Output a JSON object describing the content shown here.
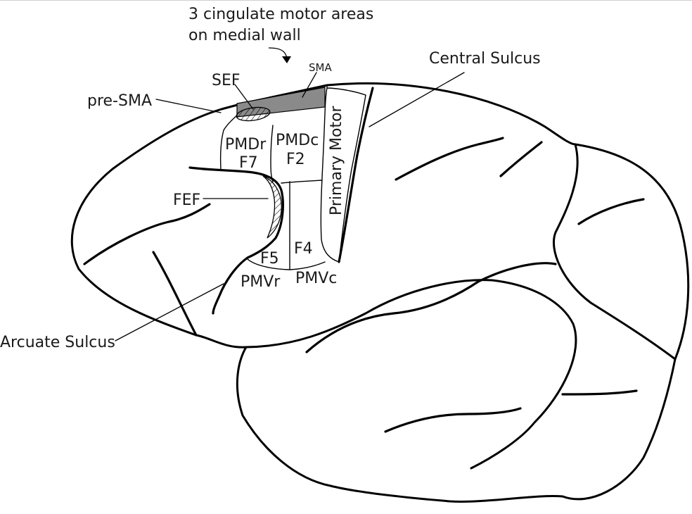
{
  "labels": {
    "cingulate_line1": "3 cingulate motor areas",
    "cingulate_line2": "on medial wall",
    "sma": "SMA",
    "central_sulcus": "Central Sulcus",
    "sef": "SEF",
    "pre_sma": "pre-SMA",
    "pmdr": "PMDr",
    "f7": "F7",
    "pmdc": "PMDc",
    "f2": "F2",
    "primary_motor": "Primary Motor",
    "fef": "FEF",
    "f5": "F5",
    "f4": "F4",
    "pmvr": "PMVr",
    "pmvc": "PMVc",
    "arcuate_sulcus": "Arcuate Sulcus"
  },
  "colors": {
    "sma_fill": "#8a8a8a",
    "line": "#000000",
    "text": "#1a1a1a"
  }
}
